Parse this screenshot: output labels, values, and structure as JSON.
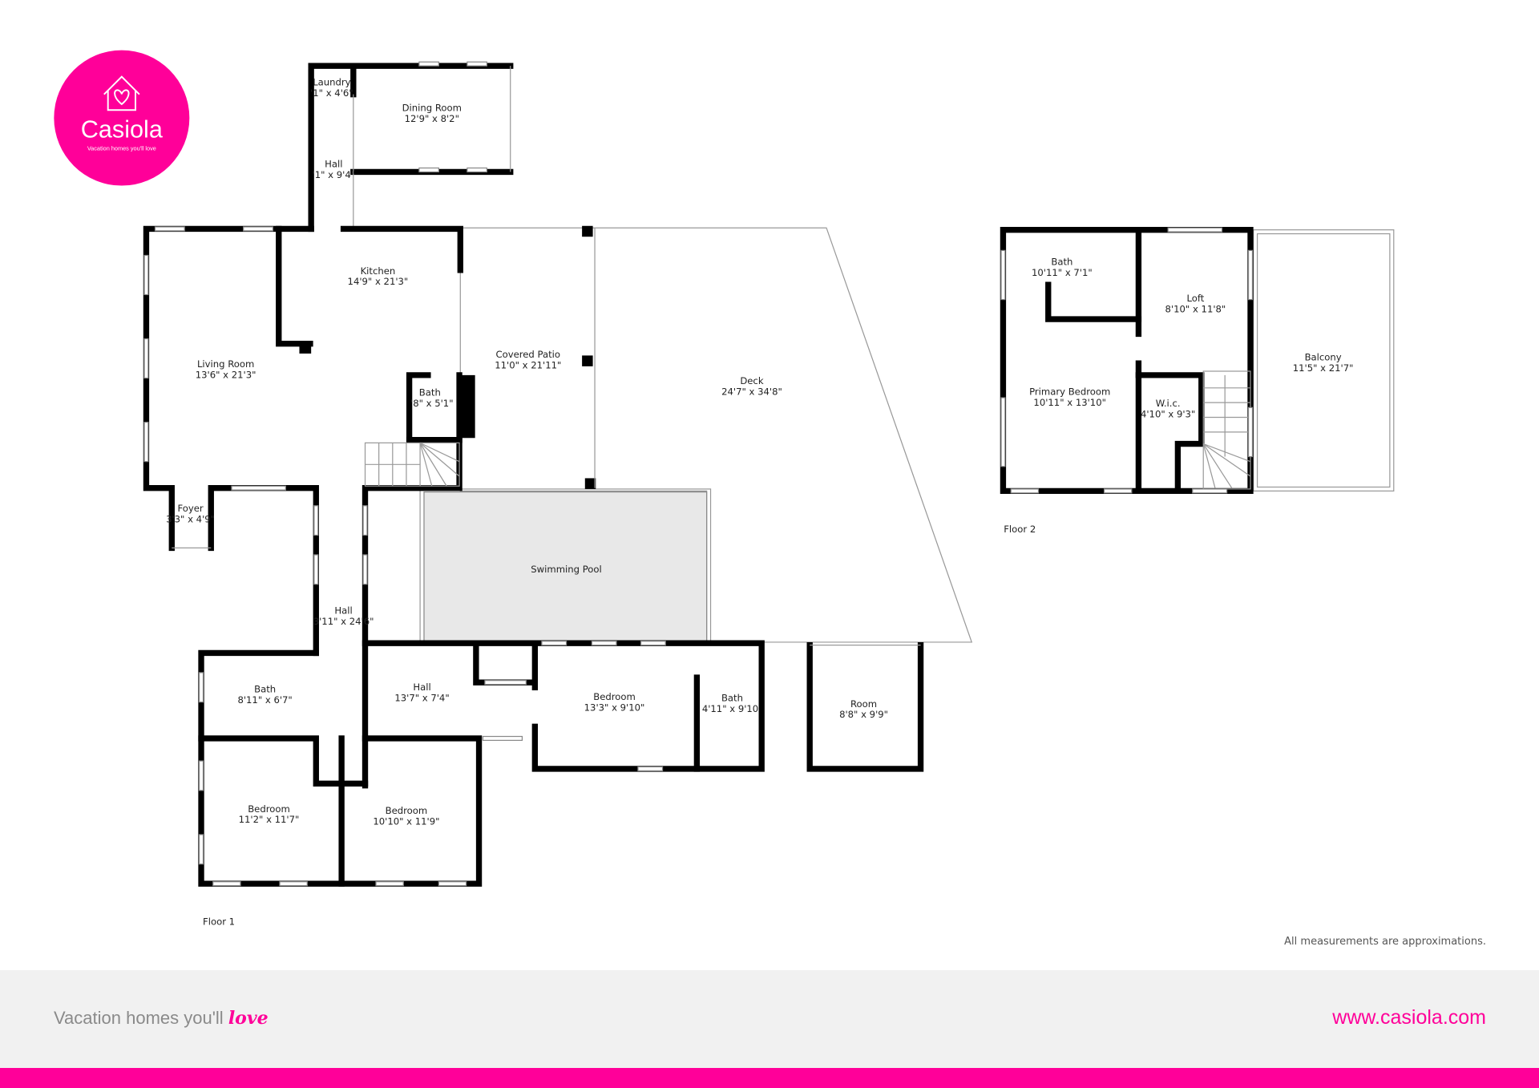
{
  "brand": {
    "name": "Casiola",
    "logo_tagline": "Vacation homes you'll love",
    "accent_color": "#ff0099"
  },
  "floor1": {
    "label": "Floor 1",
    "rooms": [
      {
        "name": "Laundry",
        "size": "'1\" x 4'6\""
      },
      {
        "name": "Dining Room",
        "size": "12'9\" x 8'2\""
      },
      {
        "name": "Hall",
        "size": "'1\" x 9'4\""
      },
      {
        "name": "Kitchen",
        "size": "14'9\" x 21'3\""
      },
      {
        "name": "Living Room",
        "size": "13'6\" x 21'3\""
      },
      {
        "name": "Covered Patio",
        "size": "11'0\" x 21'11\""
      },
      {
        "name": "Deck",
        "size": "24'7\" x 34'8\""
      },
      {
        "name": "Bath",
        "size": "'8\" x 5'1\""
      },
      {
        "name": "Foyer",
        "size": "3'3\" x 4'9\""
      },
      {
        "name": "Swimming Pool",
        "size": ""
      },
      {
        "name": "Hall",
        "size": "3'11\" x 24'6\""
      },
      {
        "name": "Bath",
        "size": "8'11\" x 6'7\""
      },
      {
        "name": "Hall",
        "size": "13'7\" x 7'4\""
      },
      {
        "name": "Bedroom",
        "size": "13'3\" x 9'10\""
      },
      {
        "name": "Bath",
        "size": "4'11\" x 9'10"
      },
      {
        "name": "Room",
        "size": "8'8\" x 9'9\""
      },
      {
        "name": "Bedroom",
        "size": "11'2\" x 11'7\""
      },
      {
        "name": "Bedroom",
        "size": "10'10\" x 11'9\""
      }
    ]
  },
  "floor2": {
    "label": "Floor 2",
    "rooms": [
      {
        "name": "Bath",
        "size": "10'11\" x 7'1\""
      },
      {
        "name": "Loft",
        "size": "8'10\" x 11'8\""
      },
      {
        "name": "Balcony",
        "size": "11'5\" x 21'7\""
      },
      {
        "name": "Primary Bedroom",
        "size": "10'11\" x 13'10\""
      },
      {
        "name": "W.i.c.",
        "size": "4'10\" x 9'3\""
      }
    ]
  },
  "note": "All measurements are approximations.",
  "footer": {
    "tagline_prefix": "Vacation homes you'll ",
    "tagline_love": "love",
    "website": "www.casiola.com"
  }
}
